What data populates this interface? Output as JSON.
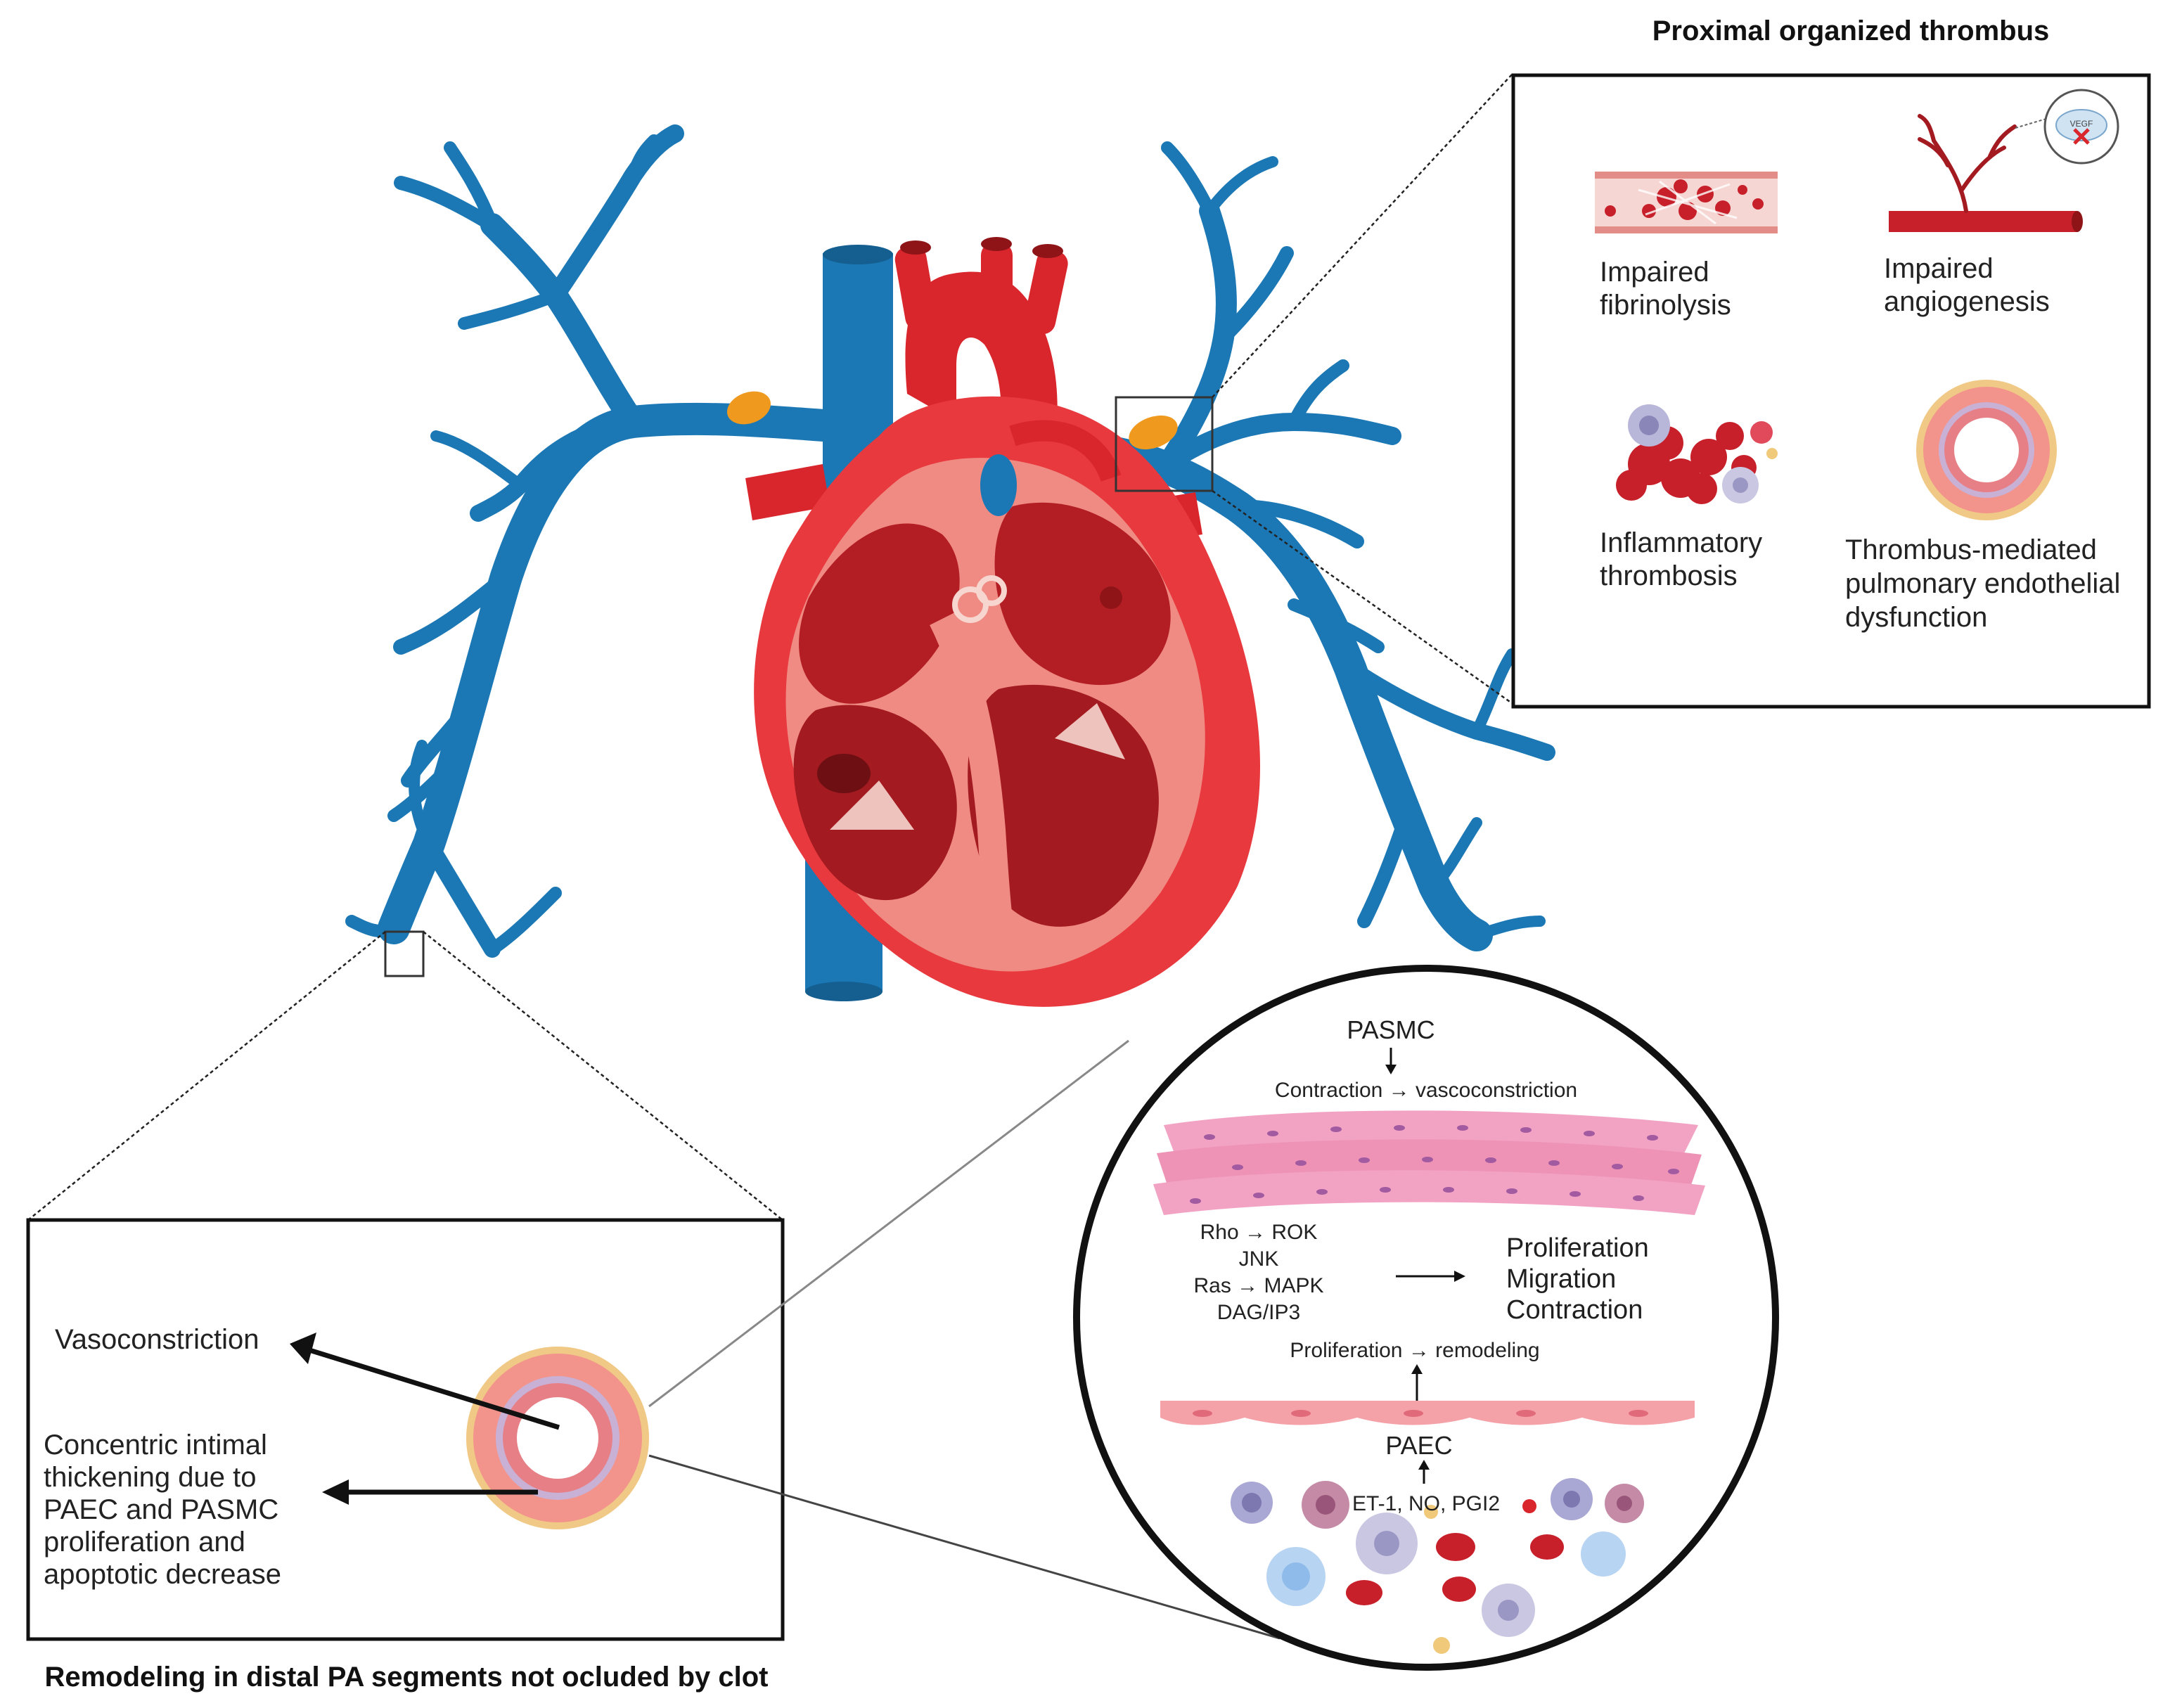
{
  "titles": {
    "proximal": "Proximal organized thrombus",
    "distal": "Remodeling in distal PA segments not ocluded by clot"
  },
  "proximal_panel": {
    "fibrinolysis": [
      "Impaired",
      "fibrinolysis"
    ],
    "angiogenesis": [
      "Impaired",
      "angiogenesis"
    ],
    "inflammatory": [
      "Inflammatory",
      "thrombosis"
    ],
    "endothelial": [
      "Thrombus-mediated",
      "pulmonary endothelial",
      "dysfunction"
    ],
    "vegf_badge": "VEGF"
  },
  "distal_panel": {
    "vasoconstriction": "Vasoconstriction",
    "thickening": [
      "Concentric intimal",
      "thickening due to",
      "PAEC and PASMC",
      "proliferation and",
      "apoptotic decrease"
    ]
  },
  "circle": {
    "pasmc": "PASMC",
    "contraction": "Contraction → vascoconstriction",
    "signaling": [
      "Rho → ROK",
      "JNK",
      "Ras → MAPK",
      "DAG/IP3"
    ],
    "outcomes": [
      "Proliferation",
      "Migration",
      "Contraction"
    ],
    "remodeling": "Proliferation → remodeling",
    "paec": "PAEC",
    "mediators": "ET-1, NO, PGI2"
  },
  "colors": {
    "vessel": "#1b78b5",
    "heart_red": "#d9262c",
    "heart_pink": "#f08b83",
    "heart_dark": "#8e1418",
    "clot": "#ef9a1e",
    "frame": "#111111"
  }
}
